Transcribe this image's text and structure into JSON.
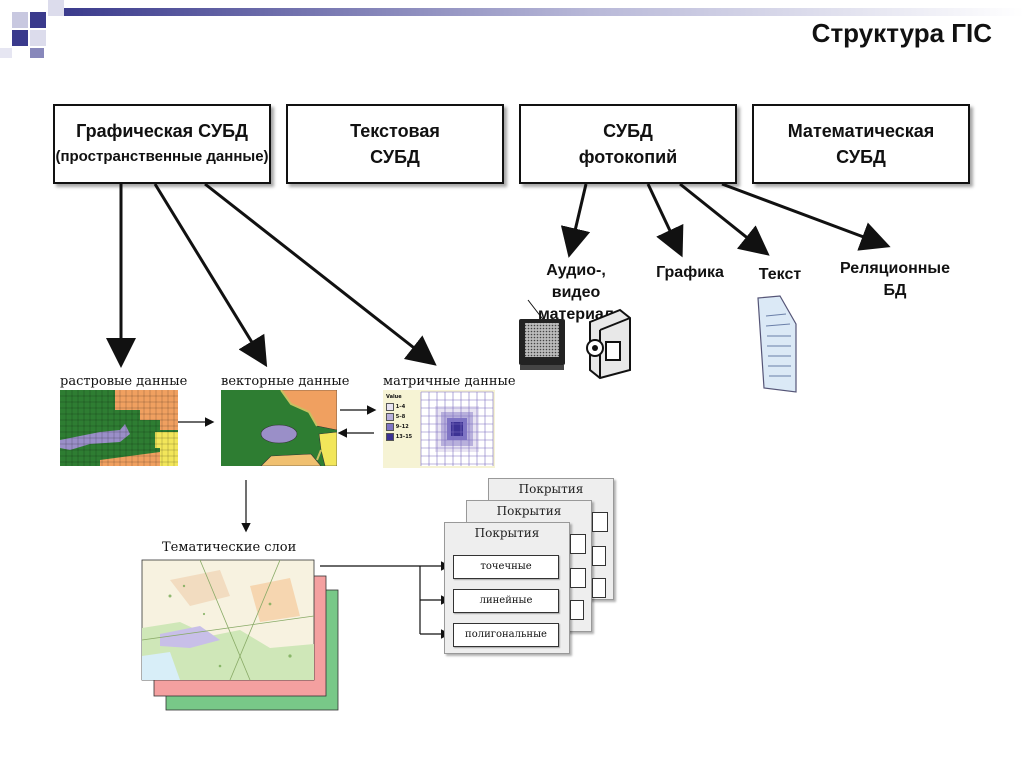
{
  "slide_title": "Структура ГІС",
  "top_boxes": [
    {
      "line1": "Графическая  СУБД",
      "line2": "(пространственные данные)"
    },
    {
      "line1": "Текстовая",
      "line2": "СУБД"
    },
    {
      "line1": "СУБД",
      "line2": "фотокопий"
    },
    {
      "line1": "Математическая",
      "line2": "СУБД"
    }
  ],
  "photo_targets": {
    "audio_video": "Аудио-, видео материал",
    "graphics": "Графика",
    "text": "Текст",
    "relational": "Реляционные БД"
  },
  "data_types": {
    "raster": "растровые данные",
    "vector": "векторные данные",
    "matrix": "матричные данные"
  },
  "matrix_legend": {
    "title": "Value",
    "items": [
      "1–4",
      "5–8",
      "9–12",
      "13–15"
    ],
    "colors": [
      "#e8e4f2",
      "#b8b0dc",
      "#7e74c4",
      "#3c3294"
    ]
  },
  "thematic_layers": "Тематические слои",
  "coverages": {
    "title": "Покрытия",
    "items": [
      "точечные",
      "линейные",
      "полигональные"
    ]
  },
  "colors": {
    "header_gradient_start": "#3a3a8c",
    "header_gradient_end": "#ffffff",
    "green": "#2e7d32",
    "orange": "#f0a060",
    "lavender": "#9a8fc8",
    "yellow": "#f2e65a"
  }
}
